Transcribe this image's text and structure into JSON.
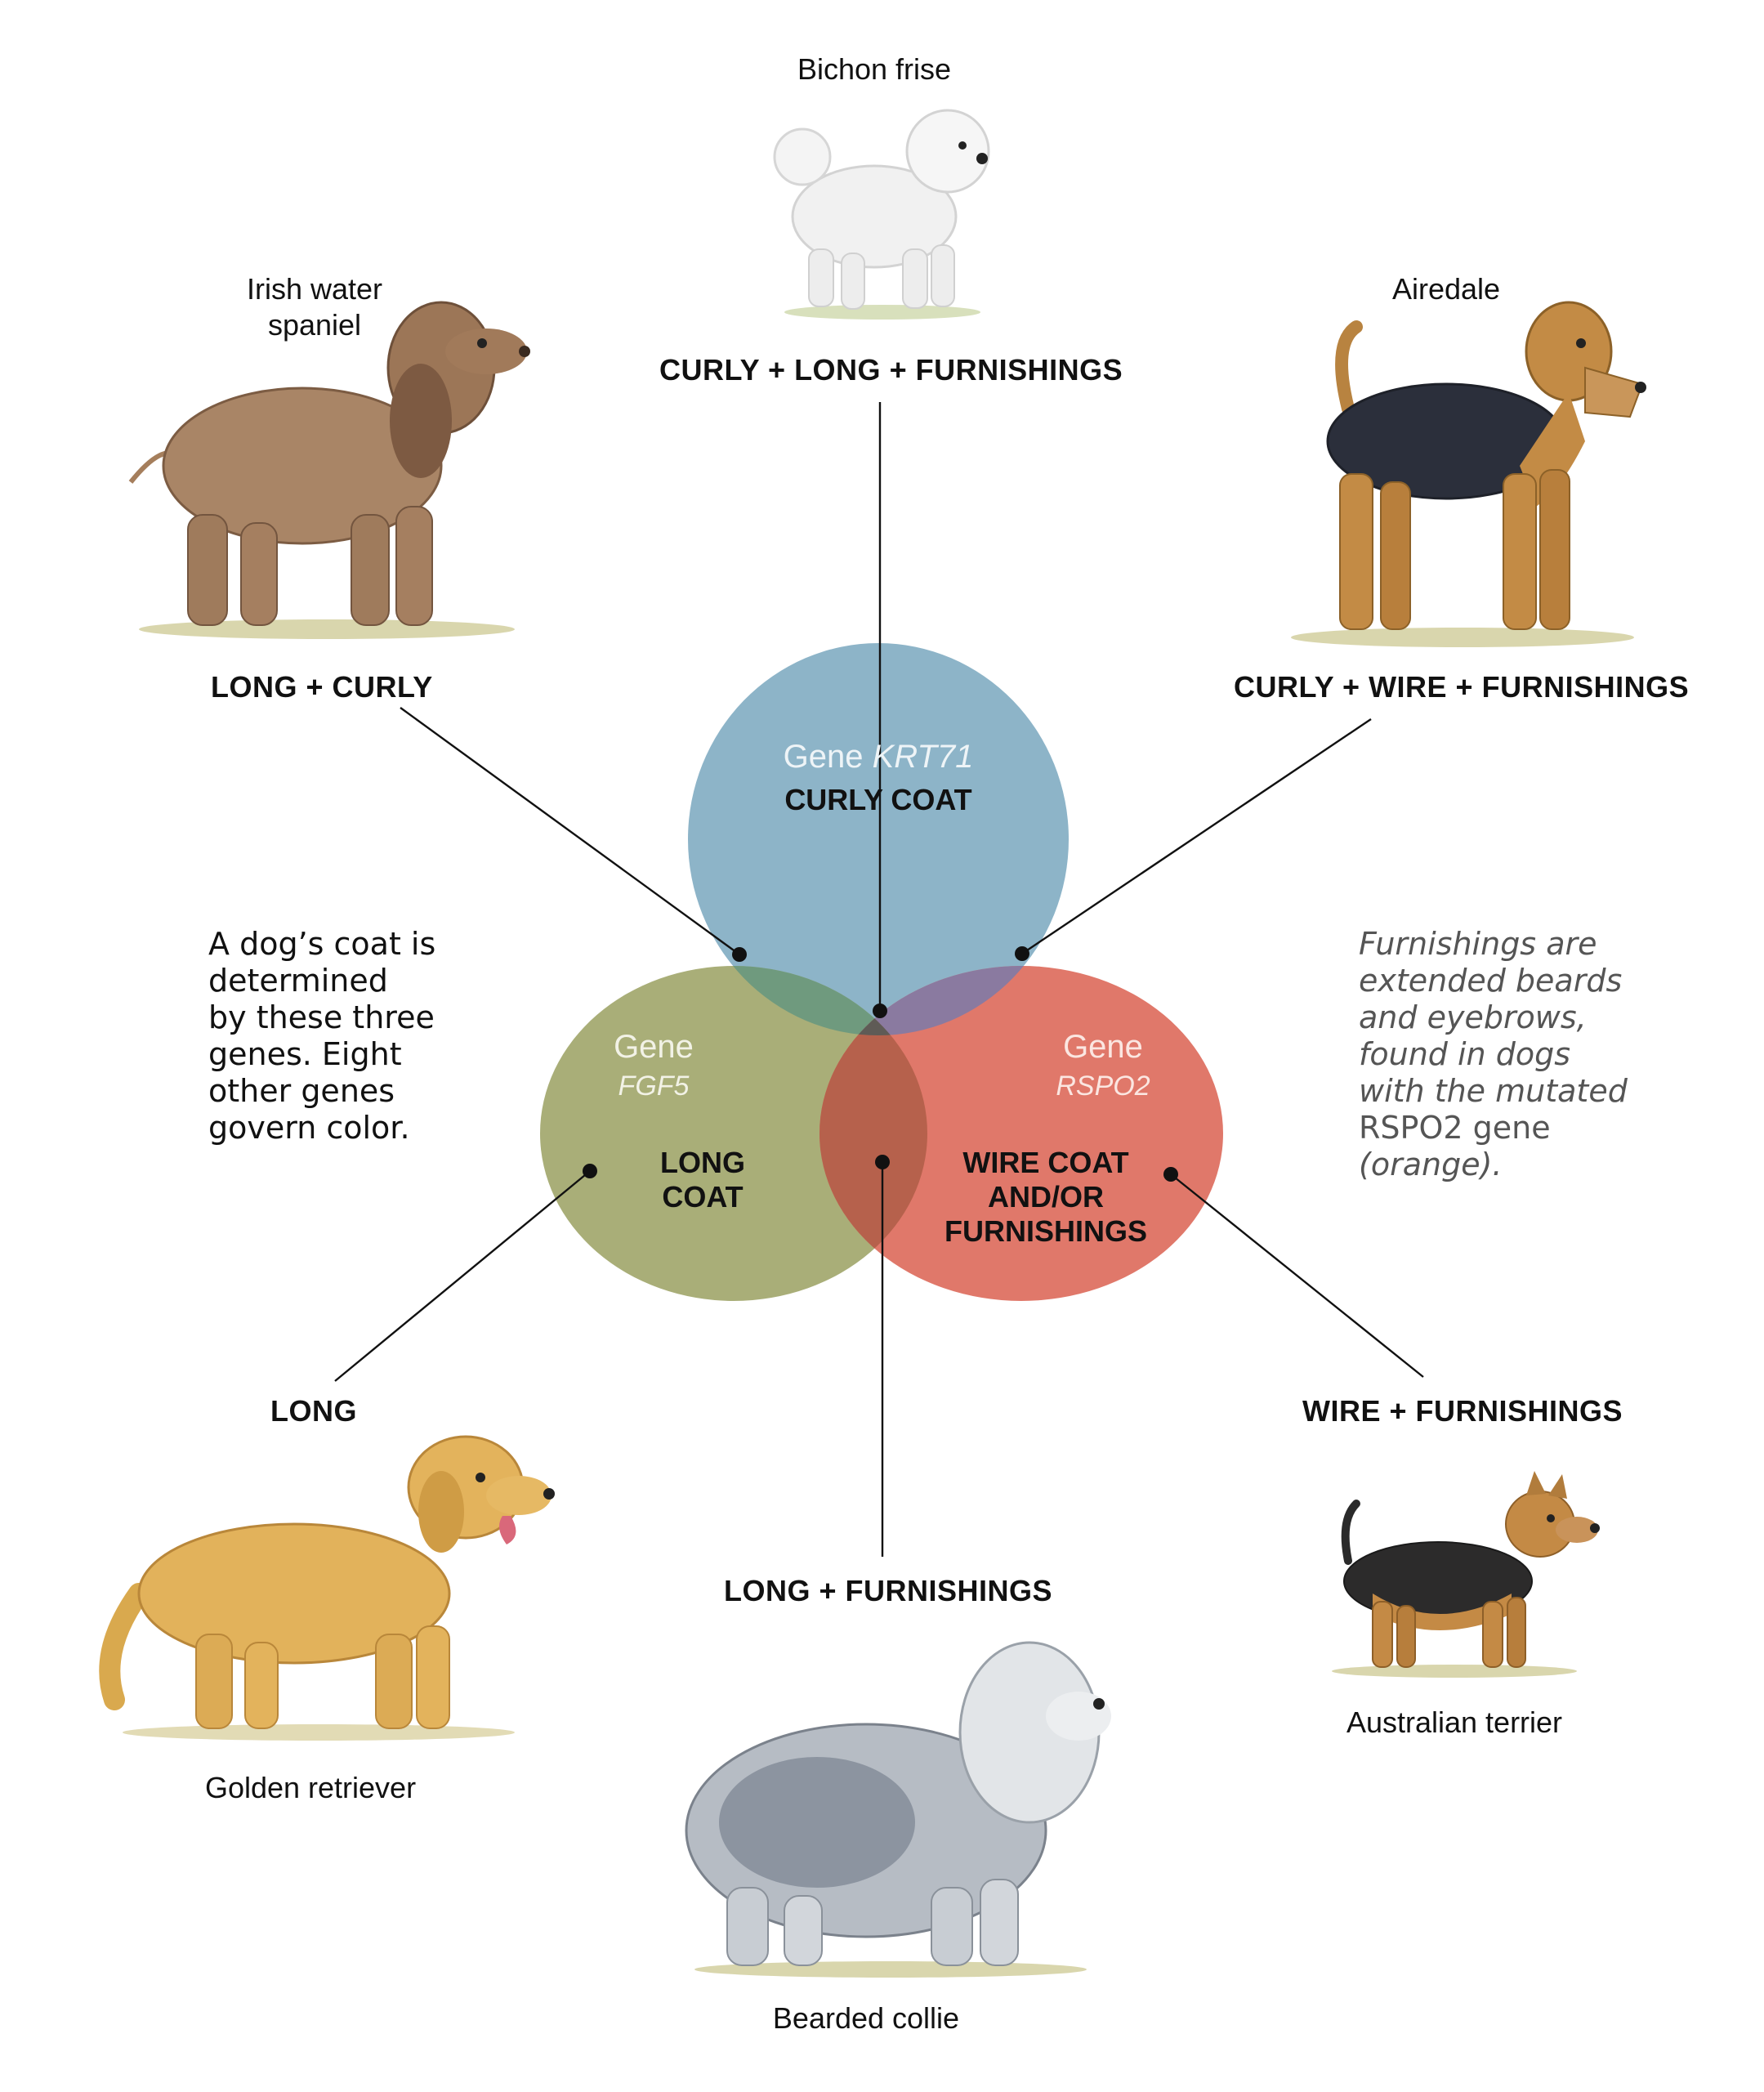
{
  "genes": {
    "krt71": {
      "prefix": "Gene",
      "name": "KRT71",
      "trait": "CURLY COAT",
      "color": "#8db4c8"
    },
    "fgf5": {
      "prefix": "Gene",
      "name": "FGF5",
      "trait_line1": "LONG",
      "trait_line2": "COAT",
      "color": "#a9ae78"
    },
    "rspo2": {
      "prefix": "Gene",
      "name": "RSPO2",
      "trait_line1": "WIRE COAT",
      "trait_line2": "AND/OR",
      "trait_line3": "FURNISHINGS",
      "color": "#e0786a"
    }
  },
  "overlap_colors": {
    "krt71_fgf5": "#6f9a7e",
    "krt71_rspo2": "#8a7aa0",
    "fgf5_rspo2": "#b6614c",
    "center": "#5f5b56"
  },
  "breeds": {
    "bichon": {
      "name": "Bichon frise",
      "combo": "CURLY + LONG + FURNISHINGS"
    },
    "irish": {
      "name_line1": "Irish water",
      "name_line2": "spaniel",
      "combo": "LONG + CURLY"
    },
    "airedale": {
      "name": "Airedale",
      "combo": "CURLY + WIRE + FURNISHINGS"
    },
    "golden": {
      "name": "Golden retriever",
      "combo": "LONG"
    },
    "australian": {
      "name": "Australian terrier",
      "combo": "WIRE + FURNISHINGS"
    },
    "bearded": {
      "name": "Bearded collie",
      "combo": "LONG + FURNISHINGS"
    }
  },
  "notes": {
    "left": [
      "A dog’s coat is",
      "determined",
      "by these three",
      "genes. Eight",
      "other genes",
      "govern color."
    ],
    "right": [
      "Furnishings are",
      "extended beards",
      "and eyebrows,",
      "found in dogs",
      "with the mutated",
      "RSPO2 gene",
      "(orange)."
    ]
  }
}
